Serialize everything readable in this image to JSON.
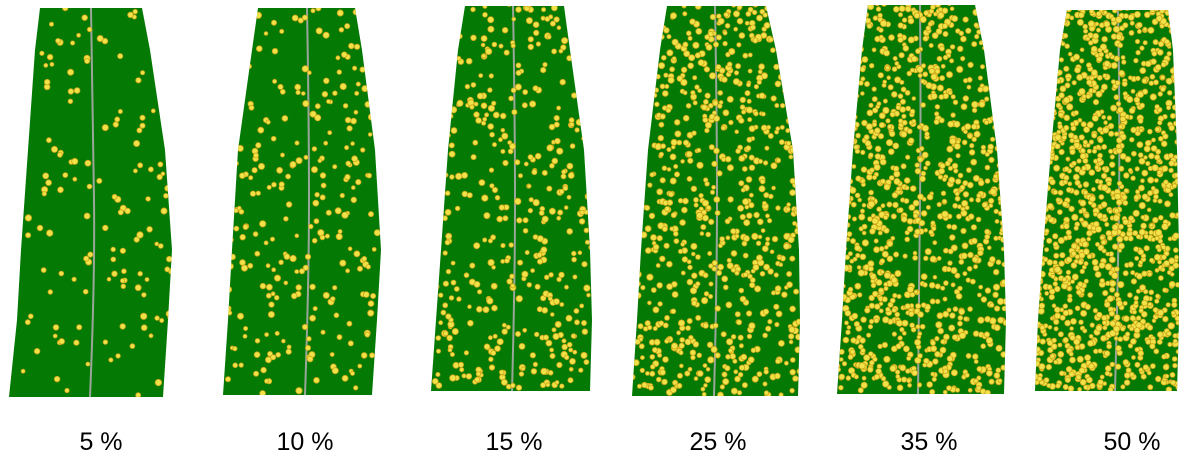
{
  "colors": {
    "leaf": "#047a04",
    "midrib": "#9aa69a",
    "spot_fill": "#f2e24a",
    "spot_edge": "#c9a415",
    "background": "#ffffff"
  },
  "panels": [
    {
      "label": "5 %",
      "coverage_percent": 5
    },
    {
      "label": "10 %",
      "coverage_percent": 10
    },
    {
      "label": "15 %",
      "coverage_percent": 15
    },
    {
      "label": "25 %",
      "coverage_percent": 25
    },
    {
      "label": "35 %",
      "coverage_percent": 35
    },
    {
      "label": "50 %",
      "coverage_percent": 50
    }
  ]
}
